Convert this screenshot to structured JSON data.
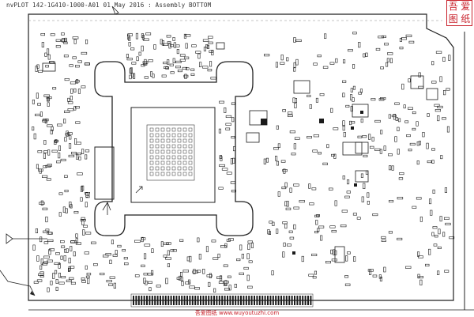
{
  "title": "nvPLOT 142-1G410-1000-A01 01 May 2016 : Assembly BOTTOM",
  "watermark": {
    "seal_chars": [
      "吾",
      "爱",
      "图",
      "纸"
    ],
    "footer_text": "吾爱图纸 www.wuyoutuzhi.com"
  },
  "colors": {
    "ink": "#1a1a1a",
    "seal": "#c8202a",
    "background": "#ffffff"
  }
}
